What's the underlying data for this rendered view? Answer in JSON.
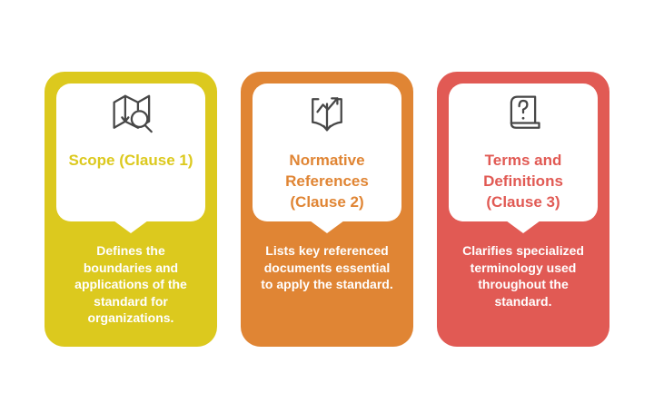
{
  "page": {
    "background": "#ffffff",
    "icon_stroke": "#474747"
  },
  "cards": [
    {
      "id": "scope",
      "color": "#DCC91E",
      "icon": "map-search-icon",
      "title": "Scope (Clause 1)",
      "description": "Defines the boundaries and applications of the standard for organizations."
    },
    {
      "id": "normative-references",
      "color": "#E08534",
      "icon": "open-book-trend-icon",
      "title": "Normative References (Clause 2)",
      "description": "Lists key referenced documents essential to apply the standard."
    },
    {
      "id": "terms-definitions",
      "color": "#E15A54",
      "icon": "book-question-icon",
      "title": "Terms and Definitions (Clause 3)",
      "description": "Clarifies specialized terminology used throughout the standard."
    }
  ]
}
